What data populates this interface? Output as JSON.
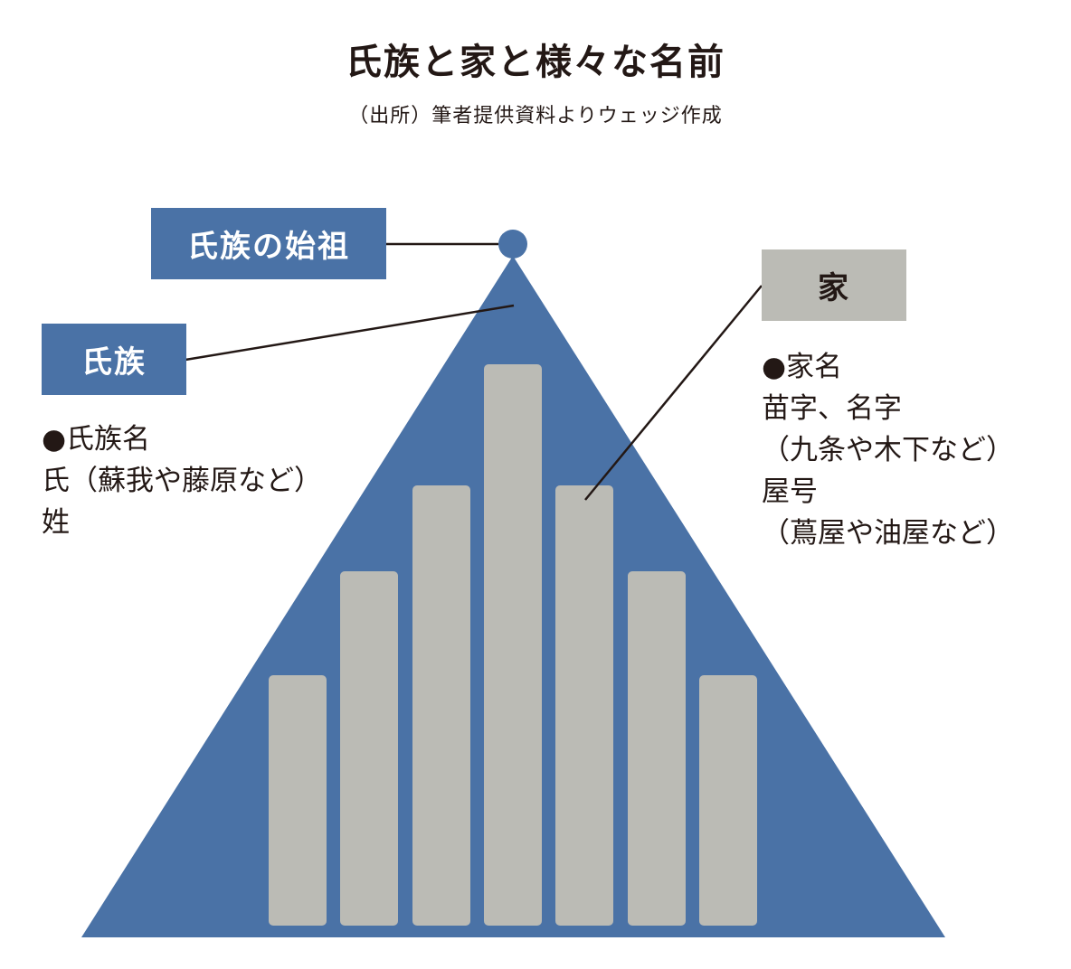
{
  "title": "氏族と家と様々な名前",
  "source": "（出所）筆者提供資料よりウェッジ作成",
  "labels": {
    "founder": "氏族の始祖",
    "clan": "氏族",
    "house": "家"
  },
  "clan_notes": [
    "●氏族名",
    "氏（蘇我や藤原など）",
    "姓"
  ],
  "house_notes": [
    "●家名",
    "苗字、名字",
    "（九条や木下など）",
    "屋号",
    "（蔦屋や油屋など）"
  ],
  "colors": {
    "clan_blue": "#4a72a6",
    "house_gray": "#bbbbb5",
    "text": "#231815",
    "line": "#231815"
  }
}
